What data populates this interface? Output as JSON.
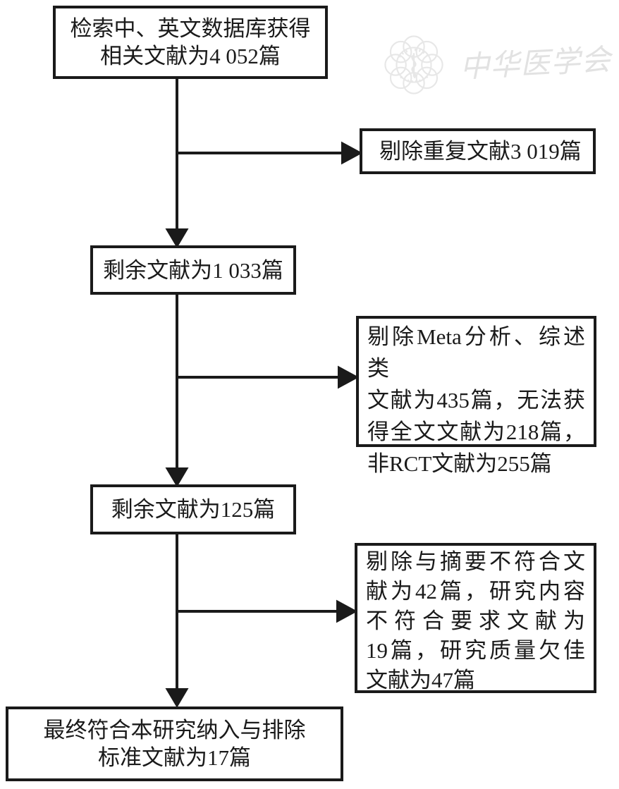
{
  "watermark": {
    "text": "中华医学会",
    "emblem": "cma-flower-emblem-with-serpent-staff",
    "color": "#e4e4e4"
  },
  "flow": {
    "colors": {
      "line": "#1a1a1a",
      "box_border": "#1a1a1a",
      "text": "#1a1a1a",
      "background": "#ffffff"
    },
    "boxes": [
      {
        "id": "search",
        "text": "检索中、英文数据库获得相关文献为4 052篇",
        "lines": [
          "检索中、英文数据库获得",
          "相关文献为4 052篇"
        ]
      },
      {
        "id": "dedup",
        "text": "剔除重复文献3 019篇",
        "lines": [
          "剔除重复文献3 019篇"
        ]
      },
      {
        "id": "remain1",
        "text": "剩余文献为1 033篇",
        "lines": [
          "剩余文献为1 033篇"
        ]
      },
      {
        "id": "exclude1",
        "text": "剔除Meta分析、综述类文献为435篇，无法获得全文文献为218篇，非RCT文献为255篇",
        "lines": [
          "剔除Meta分析、综述类",
          "文献为435篇，无法获",
          "得全文文献为218篇，",
          "非RCT文献为255篇"
        ]
      },
      {
        "id": "remain2",
        "text": "剩余文献为125篇",
        "lines": [
          "剩余文献为125篇"
        ]
      },
      {
        "id": "exclude2",
        "text": "剔除与摘要不符合文献为42篇，研究内容不符合要求文献为19篇，研究质量欠佳文献为47篇",
        "lines": [
          "剔除与摘要不符合文",
          "献为42篇，研究内容",
          "不符合要求文献为",
          "19篇，研究质量欠佳",
          "文献为47篇"
        ]
      },
      {
        "id": "final",
        "text": "最终符合本研究纳入与排除标准文献为17篇",
        "lines": [
          "最终符合本研究纳入与排除",
          "标准文献为17篇"
        ]
      }
    ],
    "edges": [
      {
        "from": "search",
        "to": "remain1",
        "type": "down-arrow"
      },
      {
        "from": "search",
        "to": "dedup",
        "type": "right-branch-arrow"
      },
      {
        "from": "remain1",
        "to": "remain2",
        "type": "down-arrow"
      },
      {
        "from": "remain1",
        "to": "exclude1",
        "type": "right-branch-arrow"
      },
      {
        "from": "remain2",
        "to": "final",
        "type": "down-arrow"
      },
      {
        "from": "remain2",
        "to": "exclude2",
        "type": "right-branch-arrow"
      }
    ]
  }
}
